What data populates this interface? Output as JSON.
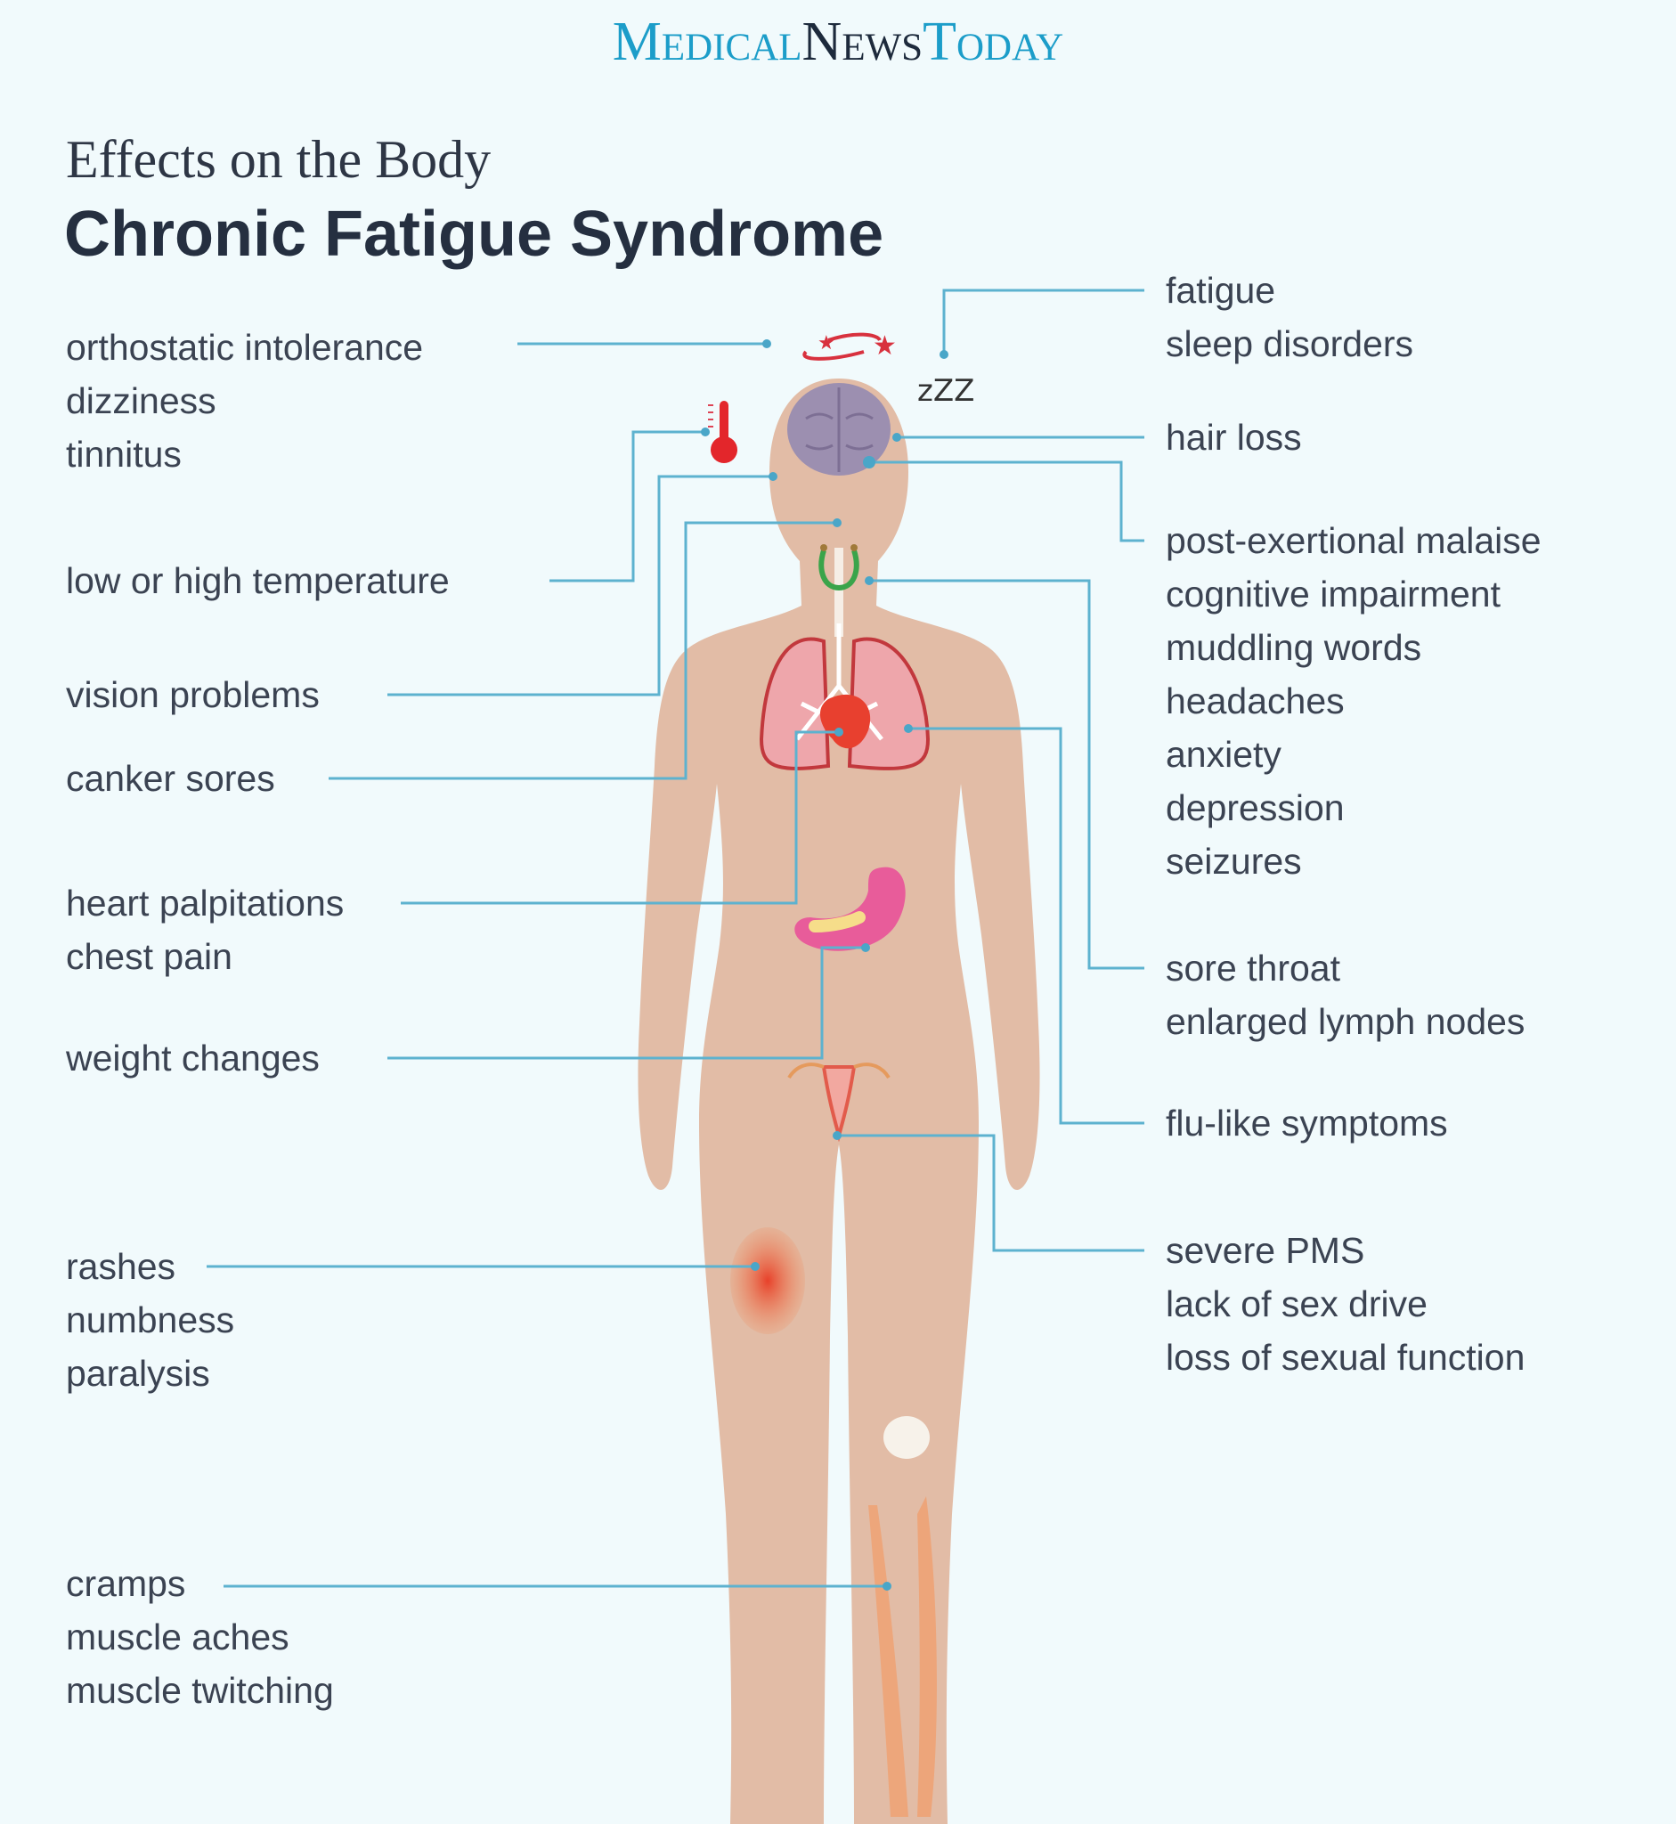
{
  "logo": {
    "medical": "Medical",
    "news": "News",
    "today": "Today"
  },
  "header": {
    "subtitle": "Effects on the Body",
    "title": "Chronic Fatigue Syndrome"
  },
  "icons": {
    "sleep_text": "zZZ"
  },
  "colors": {
    "connector": "#5db2cf",
    "skin": "#e2bca6",
    "background": "#f1fafc",
    "text": "#3b4352"
  },
  "left_groups": [
    {
      "items": [
        "orthostatic intolerance",
        "dizziness",
        "tinnitus"
      ]
    },
    {
      "items": [
        "low or high temperature"
      ]
    },
    {
      "items": [
        "vision problems"
      ]
    },
    {
      "items": [
        "canker sores"
      ]
    },
    {
      "items": [
        "heart palpitations",
        "chest pain"
      ]
    },
    {
      "items": [
        "weight changes"
      ]
    },
    {
      "items": [
        "rashes",
        "numbness",
        "paralysis"
      ]
    },
    {
      "items": [
        "cramps",
        "muscle aches",
        "muscle twitching"
      ]
    }
  ],
  "right_groups": [
    {
      "items": [
        "fatigue",
        "sleep disorders"
      ]
    },
    {
      "items": [
        "hair loss"
      ]
    },
    {
      "items": [
        "post-exertional malaise",
        "cognitive impairment",
        "muddling words",
        "headaches",
        "anxiety",
        "depression",
        "seizures"
      ]
    },
    {
      "items": [
        "sore throat",
        "enlarged lymph nodes"
      ]
    },
    {
      "items": [
        "flu-like symptoms"
      ]
    },
    {
      "items": [
        "severe PMS",
        "lack of sex drive",
        "loss of sexual function"
      ]
    }
  ]
}
